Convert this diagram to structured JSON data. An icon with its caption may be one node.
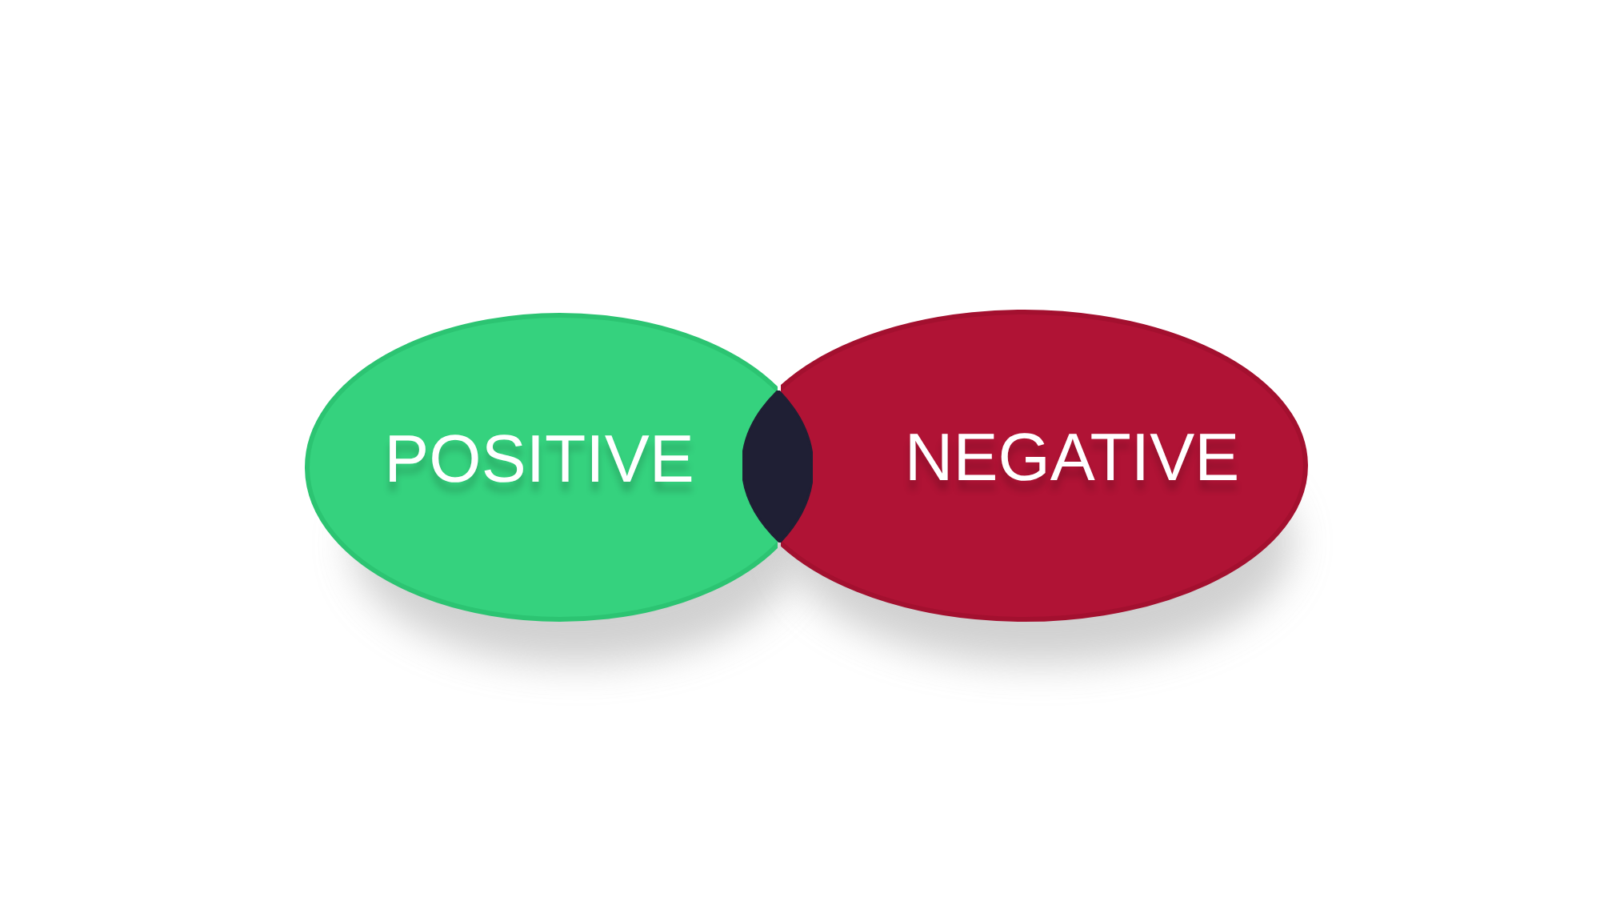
{
  "diagram": {
    "nodes": [
      {
        "text": [
          "POSITIVE"
        ]
      },
      {
        "text": [],
        "shape": "lens"
      },
      {
        "text": [
          "NEGATIVE"
        ]
      }
    ]
  }
}
